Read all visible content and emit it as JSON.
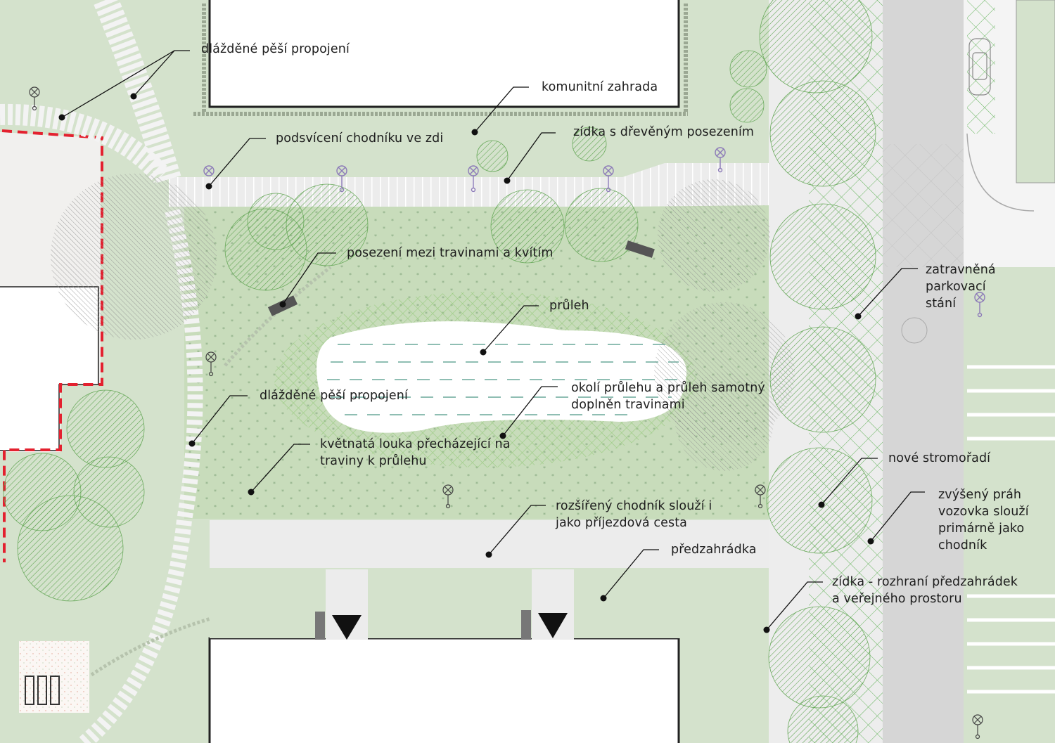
{
  "labels": {
    "paved_path_top": "dlážděné pěší propojení",
    "community_garden": "komunitní zahrada",
    "wall_lighting": "podsvícení chodníku ve zdi",
    "wall_wood_seating": "zídka s dřevěným posezením",
    "seating_grasses": "posezení mezi travinami a kvítím",
    "swale": "průleh",
    "grassed_parking": [
      "zatravněná",
      "parkovací",
      "stání"
    ],
    "paved_path_mid": "dlážděné pěší propojení",
    "swale_surround": [
      "okolí průlehu a průleh samotný",
      "doplněn travinami"
    ],
    "meadow": [
      "květnatá louka přecházející na",
      "traviny k průlehu"
    ],
    "new_tree_row": "nové stromořadí",
    "raised_threshold": [
      "zvýšený práh",
      "vozovka slouží",
      "primárně jako",
      "chodník"
    ],
    "widened_sidewalk": [
      "rozšířený chodník slouží i",
      "jako příjezdová cesta"
    ],
    "front_garden": "předzahrádka",
    "wall_interface": [
      "zídka - rozhraní předzahrádek",
      "a veřejného prostoru"
    ]
  },
  "colors": {
    "lawn": "#d4e2cc",
    "meadow": "#c3dab4",
    "swale_hatch": "#a6ce8c",
    "tree_line": "#4e9a43",
    "tree_fill": "#c2dcae",
    "grey_tree": "#8a8a8a",
    "road": "#d6d6d6",
    "sidewalk": "#eeeeee",
    "boundary": "#e3212f",
    "lamp": "#8c7ab8",
    "leader": "#111111"
  },
  "icons": [
    "street-lamp-icon",
    "bench-icon",
    "entrance-triangle-icon",
    "parked-car-icon",
    "bike-rack-icon"
  ]
}
